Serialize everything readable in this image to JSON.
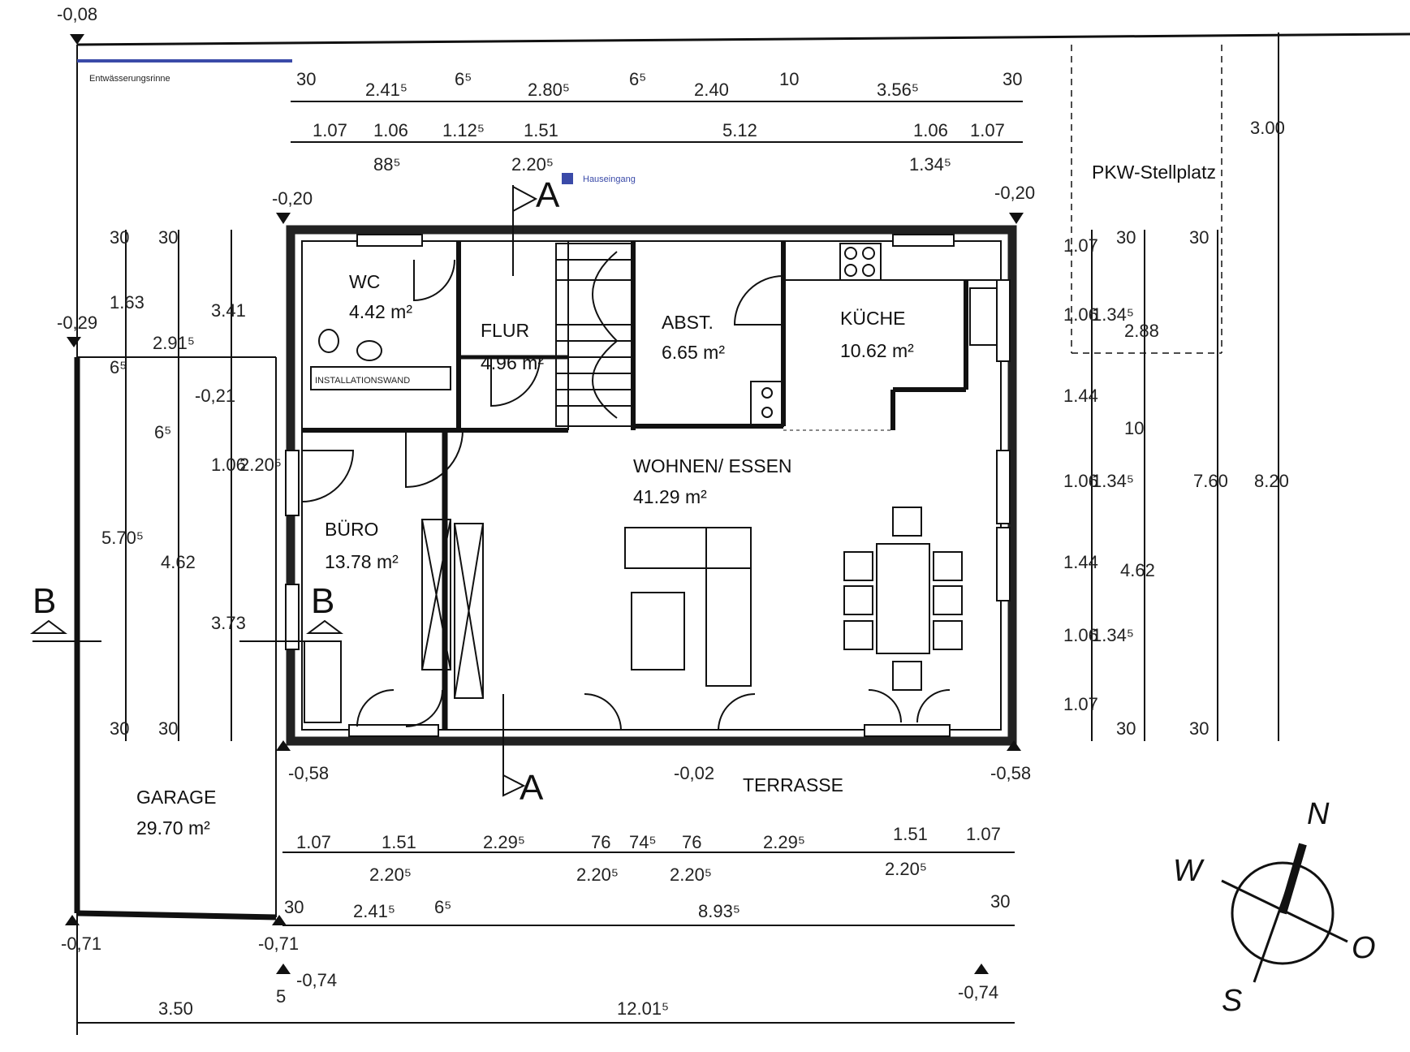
{
  "title_partial": "…",
  "labels": {
    "entwaesserung": "Entwässerungsrinne",
    "hauseingang": "Hauseingang",
    "installationswand": "INSTALLATIONSWAND",
    "pkw": "PKW-Stellplatz",
    "terrasse": "TERRASSE"
  },
  "rooms": {
    "wc": {
      "name": "WC",
      "area": "4.42 m²"
    },
    "flur": {
      "name": "FLUR",
      "area": "4.96 m²"
    },
    "abst": {
      "name": "ABST.",
      "area": "6.65 m²"
    },
    "kueche": {
      "name": "KÜCHE",
      "area": "10.62 m²"
    },
    "wohnen": {
      "name": "WOHNEN/ ESSEN",
      "area": "41.29 m²"
    },
    "buero": {
      "name": "BÜRO",
      "area": "13.78 m²"
    },
    "garage": {
      "name": "GARAGE",
      "area": "29.70 m²"
    }
  },
  "elevations": {
    "top_left": "-0,08",
    "nw_corner": "-0,20",
    "ne_corner": "-0,20",
    "garage_top": "-0,29",
    "carport": "-0,21",
    "sw_corner": "-0,58",
    "se_corner": "-0,58",
    "terrace": "-0,02",
    "garage_bl": "-0,71",
    "garage_br": "-0,71",
    "bottom_left": "-0,74",
    "bottom_right": "-0,74"
  },
  "sections": {
    "a": "A",
    "b": "B"
  },
  "dims": {
    "top1": [
      "30",
      "2.41⁵",
      "6⁵",
      "2.80⁵",
      "6⁵",
      "2.40",
      "10",
      "3.56⁵",
      "30"
    ],
    "top2": [
      "1.07",
      "1.06",
      "1.12⁵",
      "1.51",
      "5.12",
      "1.06",
      "1.07"
    ],
    "top2b": [
      "88⁵",
      "2.20⁵",
      "1.34⁵"
    ],
    "bot1": [
      "1.07",
      "1.51",
      "2.29⁵",
      "76",
      "74⁵",
      "76",
      "2.29⁵",
      "1.51",
      "1.07"
    ],
    "bot1b": [
      "2.20⁵",
      "2.20⁵",
      "2.20⁵",
      "2.20⁵"
    ],
    "bot2": [
      "30",
      "2.41⁵",
      "6⁵",
      "8.93⁵",
      "30"
    ],
    "bot3": [
      "3.50",
      "5",
      "12.01⁵"
    ],
    "left1": [
      "30",
      "1.63",
      "6⁵",
      "5.70⁵",
      "30"
    ],
    "left2": [
      "30",
      "2.91⁵",
      "6⁵",
      "4.62",
      "30"
    ],
    "left3": [
      "3.41",
      "1.06",
      "2.20⁵",
      "3.73"
    ],
    "right1": [
      "1.07",
      "1.06",
      "1.34⁵",
      "1.44",
      "1.06",
      "1.34⁵",
      "1.44",
      "1.06",
      "1.34⁵",
      "1.07"
    ],
    "right2": [
      "30",
      "2.88",
      "10",
      "4.62",
      "30"
    ],
    "right3": [
      "30",
      "7.60",
      "30"
    ],
    "right4": [
      "3.00",
      "8.20"
    ]
  },
  "compass": {
    "n": "N",
    "o": "O",
    "s": "S",
    "w": "W"
  }
}
